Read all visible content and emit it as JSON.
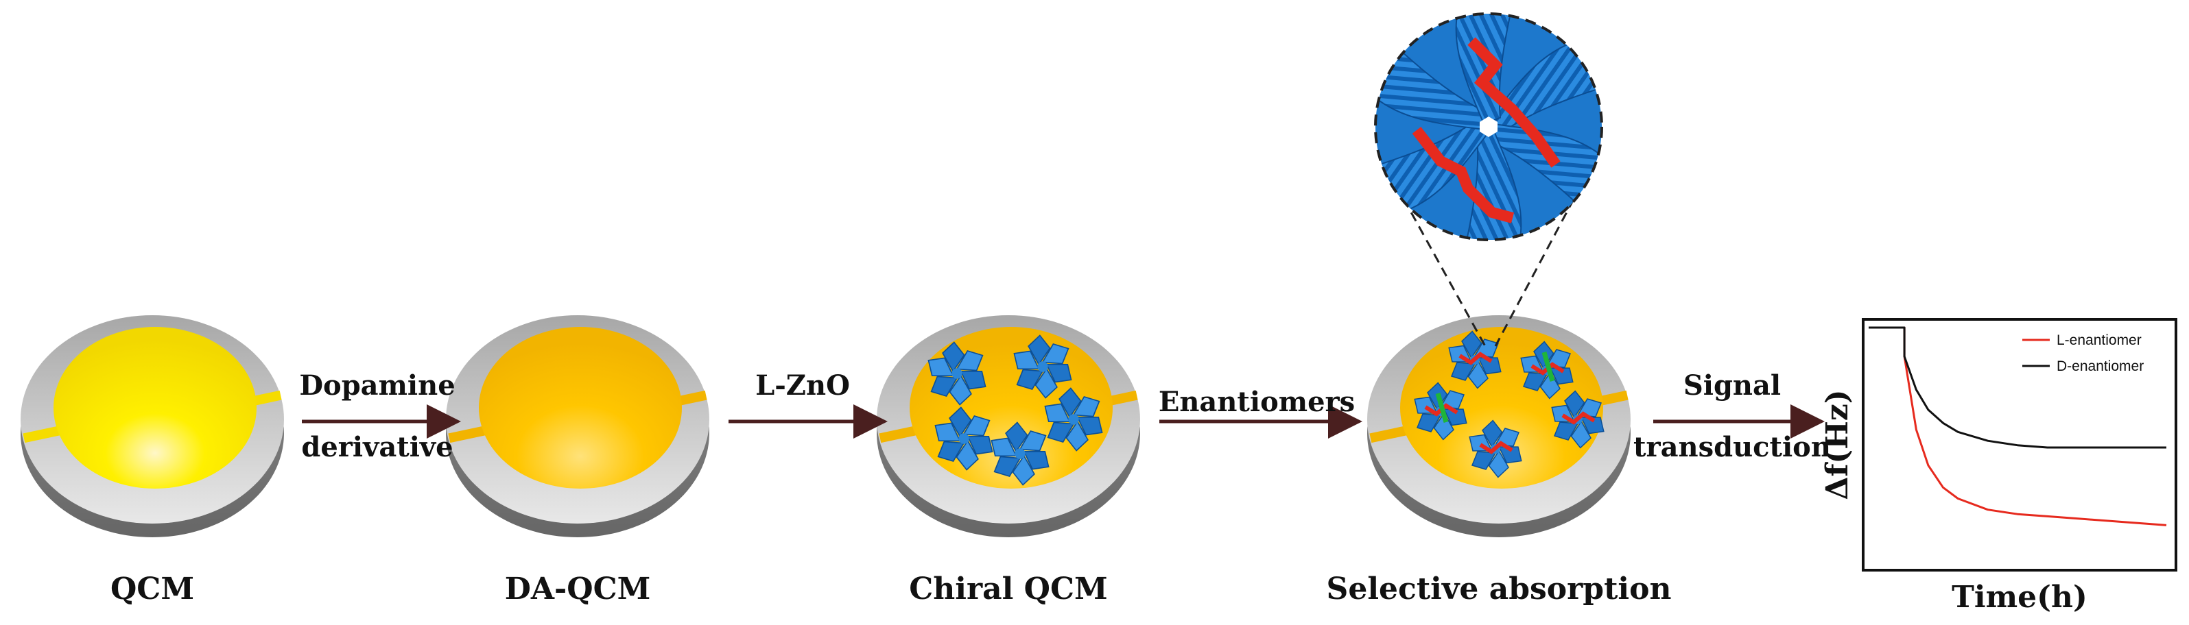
{
  "stages": [
    {
      "label": "QCM"
    },
    {
      "label": "DA-QCM"
    },
    {
      "label": "Chiral QCM"
    },
    {
      "label": "Selective absorption"
    }
  ],
  "steps": [
    {
      "line1": "Dopamine",
      "line2": "derivative"
    },
    {
      "line1": "L-ZnO",
      "line2": ""
    },
    {
      "line1": "Enantiomers",
      "line2": ""
    },
    {
      "line1": "Signal",
      "line2": "transduction"
    }
  ],
  "colors": {
    "disk_rim": "#b9b9b9",
    "electrode_bright": "#ffe600",
    "electrode_orange": "#ffc400",
    "crystal": "#2a86d8",
    "l_enantiomer": "#e62a1e",
    "d_enantiomer": "#1fb53a",
    "arrow": "#4a1f1f"
  },
  "chart": {
    "ylabel": "Δf(Hz)",
    "xlabel": "Time(h)",
    "legend_position": "top-right"
  },
  "chart_data": {
    "type": "line",
    "title": "",
    "xlabel": "Time(h)",
    "ylabel": "Δf(Hz)",
    "x_ticks": [],
    "y_ticks": [],
    "xlim": [
      0,
      1
    ],
    "ylim": [
      -1,
      0
    ],
    "grid": false,
    "legend": "top-right",
    "series": [
      {
        "name": "L-enantiomer",
        "color": "#e62a1e",
        "x": [
          0,
          0.12,
          0.12,
          0.16,
          0.2,
          0.25,
          0.3,
          0.4,
          0.5,
          0.6,
          0.7,
          0.8,
          0.9,
          1.0
        ],
        "y": [
          0,
          0,
          -0.13,
          -0.46,
          -0.62,
          -0.72,
          -0.77,
          -0.82,
          -0.84,
          -0.85,
          -0.86,
          -0.87,
          -0.88,
          -0.89
        ]
      },
      {
        "name": "D-enantiomer",
        "color": "#111111",
        "x": [
          0,
          0.12,
          0.12,
          0.16,
          0.2,
          0.25,
          0.3,
          0.4,
          0.5,
          0.6,
          0.7,
          0.8,
          0.9,
          1.0
        ],
        "y": [
          0,
          0,
          -0.13,
          -0.28,
          -0.37,
          -0.43,
          -0.47,
          -0.51,
          -0.53,
          -0.54,
          -0.54,
          -0.54,
          -0.54,
          -0.54
        ]
      }
    ]
  }
}
